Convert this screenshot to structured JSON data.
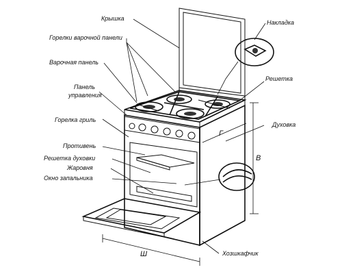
{
  "labels": {
    "lid": "Крышка",
    "hob_burners": "Горелки варочной панели",
    "cooktop": "Варочная панель",
    "control_panel_line1": "Панель",
    "control_panel_line2": "управления",
    "grill_burner": "Горелка гриль",
    "baking_tray": "Противень",
    "oven_rack": "Решетка духовки",
    "roasting_pan": "Жаровня",
    "pilot_window": "Окно запальника",
    "pad": "Накладка",
    "grate": "Решетка",
    "oven": "Духовка",
    "storage_drawer": "Хозшкафчик"
  },
  "dimensions": {
    "width": "Ш",
    "height": "В",
    "depth": "Г"
  },
  "colors": {
    "line": "#111111",
    "background": "#ffffff",
    "oven_cavity": "#1a1a1a",
    "panel_shade": "#d9d9d9"
  }
}
